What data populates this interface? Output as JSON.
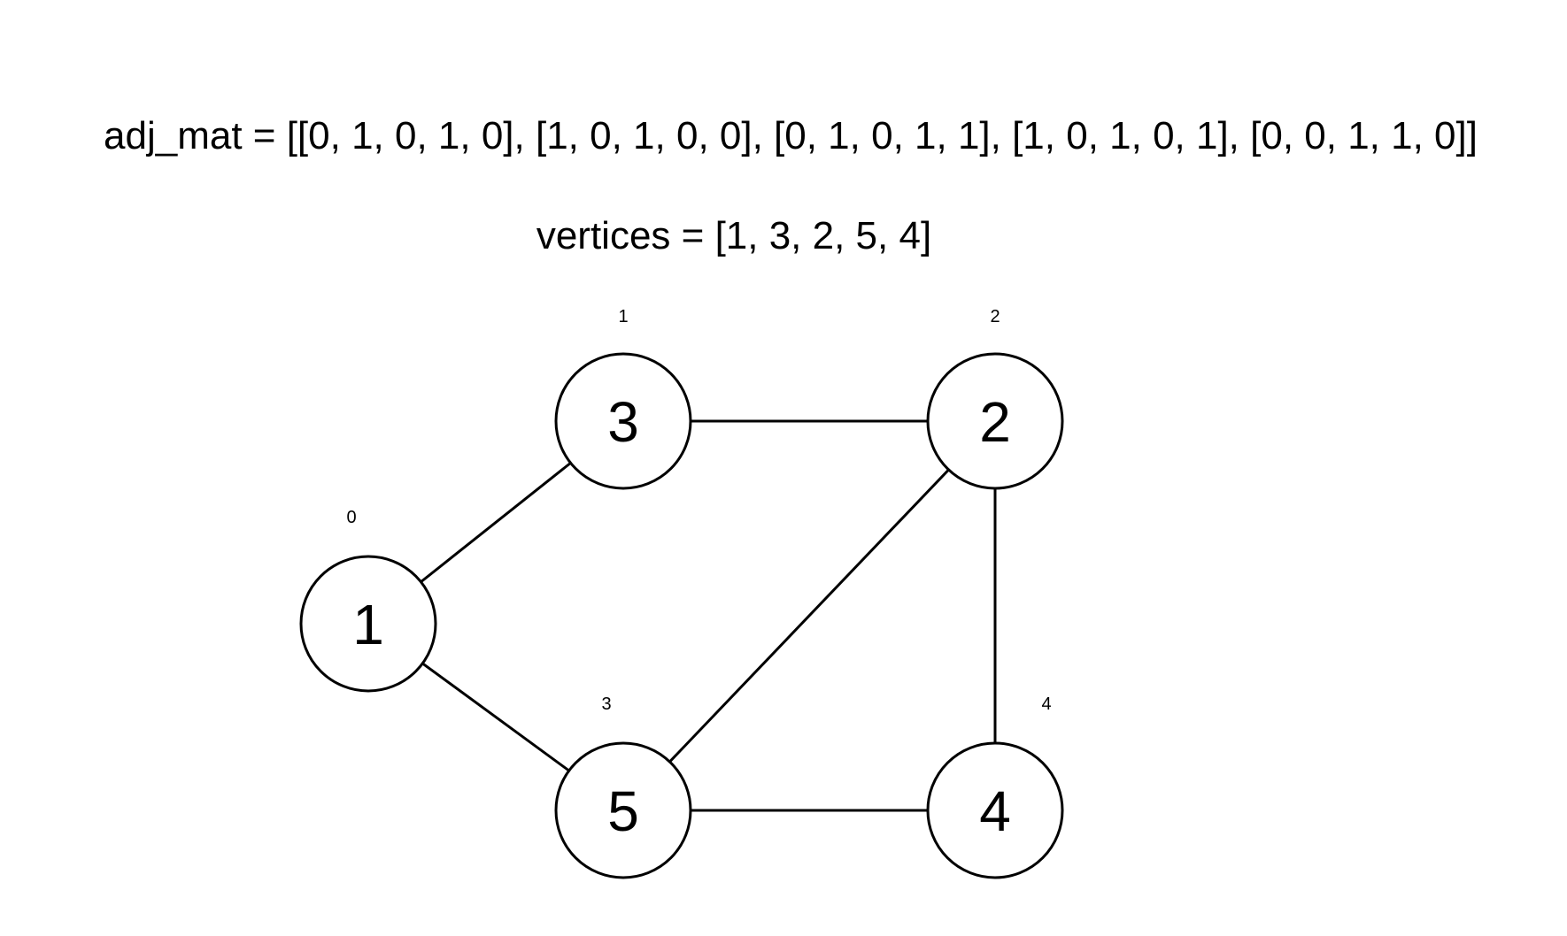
{
  "header": {
    "adj_mat_text": "adj_mat = [[0, 1, 0, 1, 0], [1, 0, 1, 0, 0], [0, 1, 0, 1, 1], [1, 0, 1, 0, 1], [0, 0, 1, 1, 0]]",
    "vertices_text": "vertices = [1, 3, 2, 5, 4]"
  },
  "graph": {
    "nodes": [
      {
        "index": "0",
        "label": "1"
      },
      {
        "index": "1",
        "label": "3"
      },
      {
        "index": "2",
        "label": "2"
      },
      {
        "index": "3",
        "label": "5"
      },
      {
        "index": "4",
        "label": "4"
      }
    ],
    "edges": [
      {
        "from": 0,
        "to": 1
      },
      {
        "from": 0,
        "to": 3
      },
      {
        "from": 1,
        "to": 2
      },
      {
        "from": 2,
        "to": 3
      },
      {
        "from": 2,
        "to": 4
      },
      {
        "from": 3,
        "to": 4
      }
    ],
    "colors": {
      "stroke": "#000000",
      "node_fill": "#ffffff",
      "background": "#ffffff"
    }
  }
}
